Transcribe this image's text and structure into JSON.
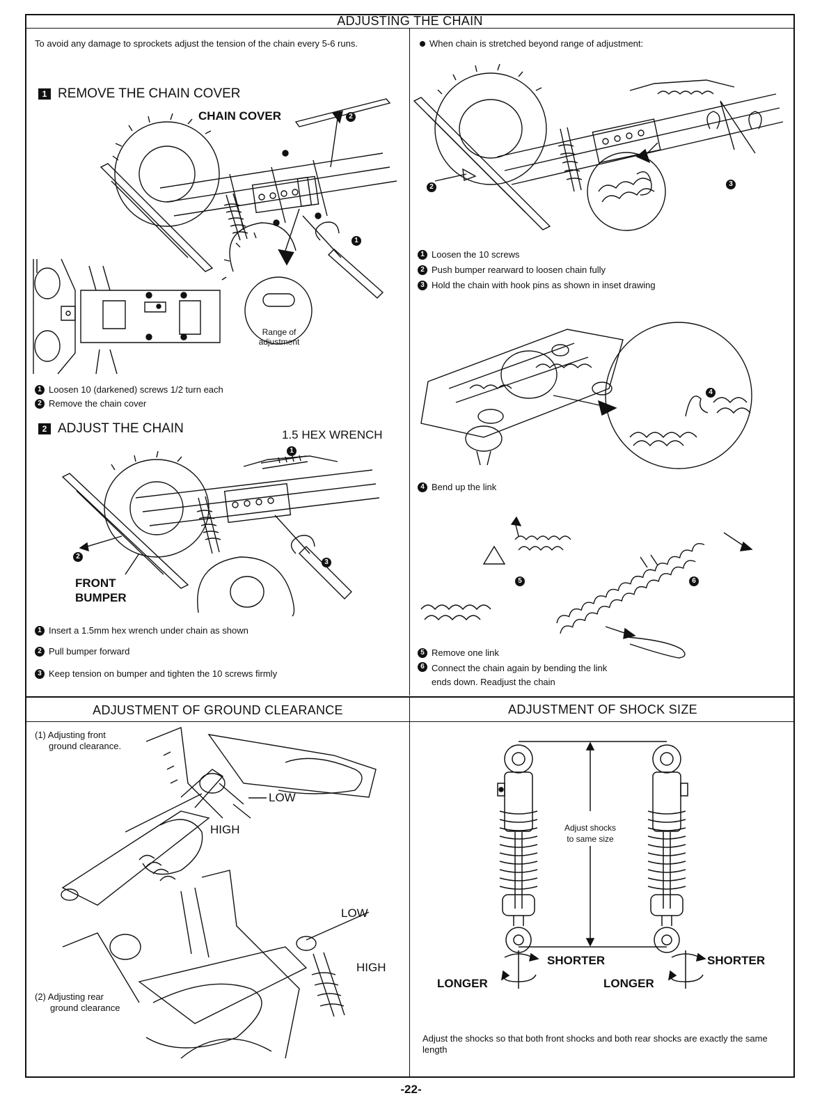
{
  "header": {
    "title": "ADJUSTING THE CHAIN"
  },
  "left_col": {
    "intro": "To avoid any damage to sprockets adjust the tension of the chain every 5-6 runs.",
    "step1": {
      "number": "1",
      "title": "REMOVE THE CHAIN COVER"
    },
    "chain_cover_label": "CHAIN COVER",
    "range_label": "Range of adjustment",
    "notes1": [
      "Loosen 10 (darkened) screws 1/2 turn each",
      "Remove the chain cover"
    ],
    "step2": {
      "number": "2",
      "title": "ADJUST THE CHAIN"
    },
    "hex_wrench_label": "1.5 HEX WRENCH",
    "front_bumper_label": [
      "FRONT",
      "BUMPER"
    ],
    "notes2": [
      "Insert a 1.5mm hex wrench under chain as shown",
      "Pull bumper forward",
      "Keep tension on bumper and tighten the 10 screws firmly"
    ]
  },
  "right_col": {
    "stretched_note": "When chain is stretched beyond range of adjustment:",
    "notes1": [
      "Loosen the 10 screws",
      "Push bumper rearward to loosen chain fully",
      "Hold the chain with hook pins as shown in inset drawing"
    ],
    "note4": "Bend up the link",
    "notes5": [
      "Remove one link",
      "Connect the chain again by bending the link ends down. Readjust the chain"
    ]
  },
  "bullets": [
    "1",
    "2",
    "3",
    "4",
    "5",
    "6"
  ],
  "ground": {
    "title": "ADJUSTMENT OF GROUND CLEARANCE",
    "front_label": [
      "(1) Adjusting front",
      "ground clearance."
    ],
    "rear_label": [
      "(2) Adjusting rear",
      "ground clearance"
    ],
    "low": "LOW",
    "high": "HIGH"
  },
  "shock": {
    "title": "ADJUSTMENT OF SHOCK SIZE",
    "center_label": [
      "Adjust shocks",
      "to same size"
    ],
    "shorter": "SHORTER",
    "longer": "LONGER",
    "caption": "Adjust the shocks so that both front shocks and both rear shocks are exactly the same length"
  },
  "page_number": "-22-"
}
